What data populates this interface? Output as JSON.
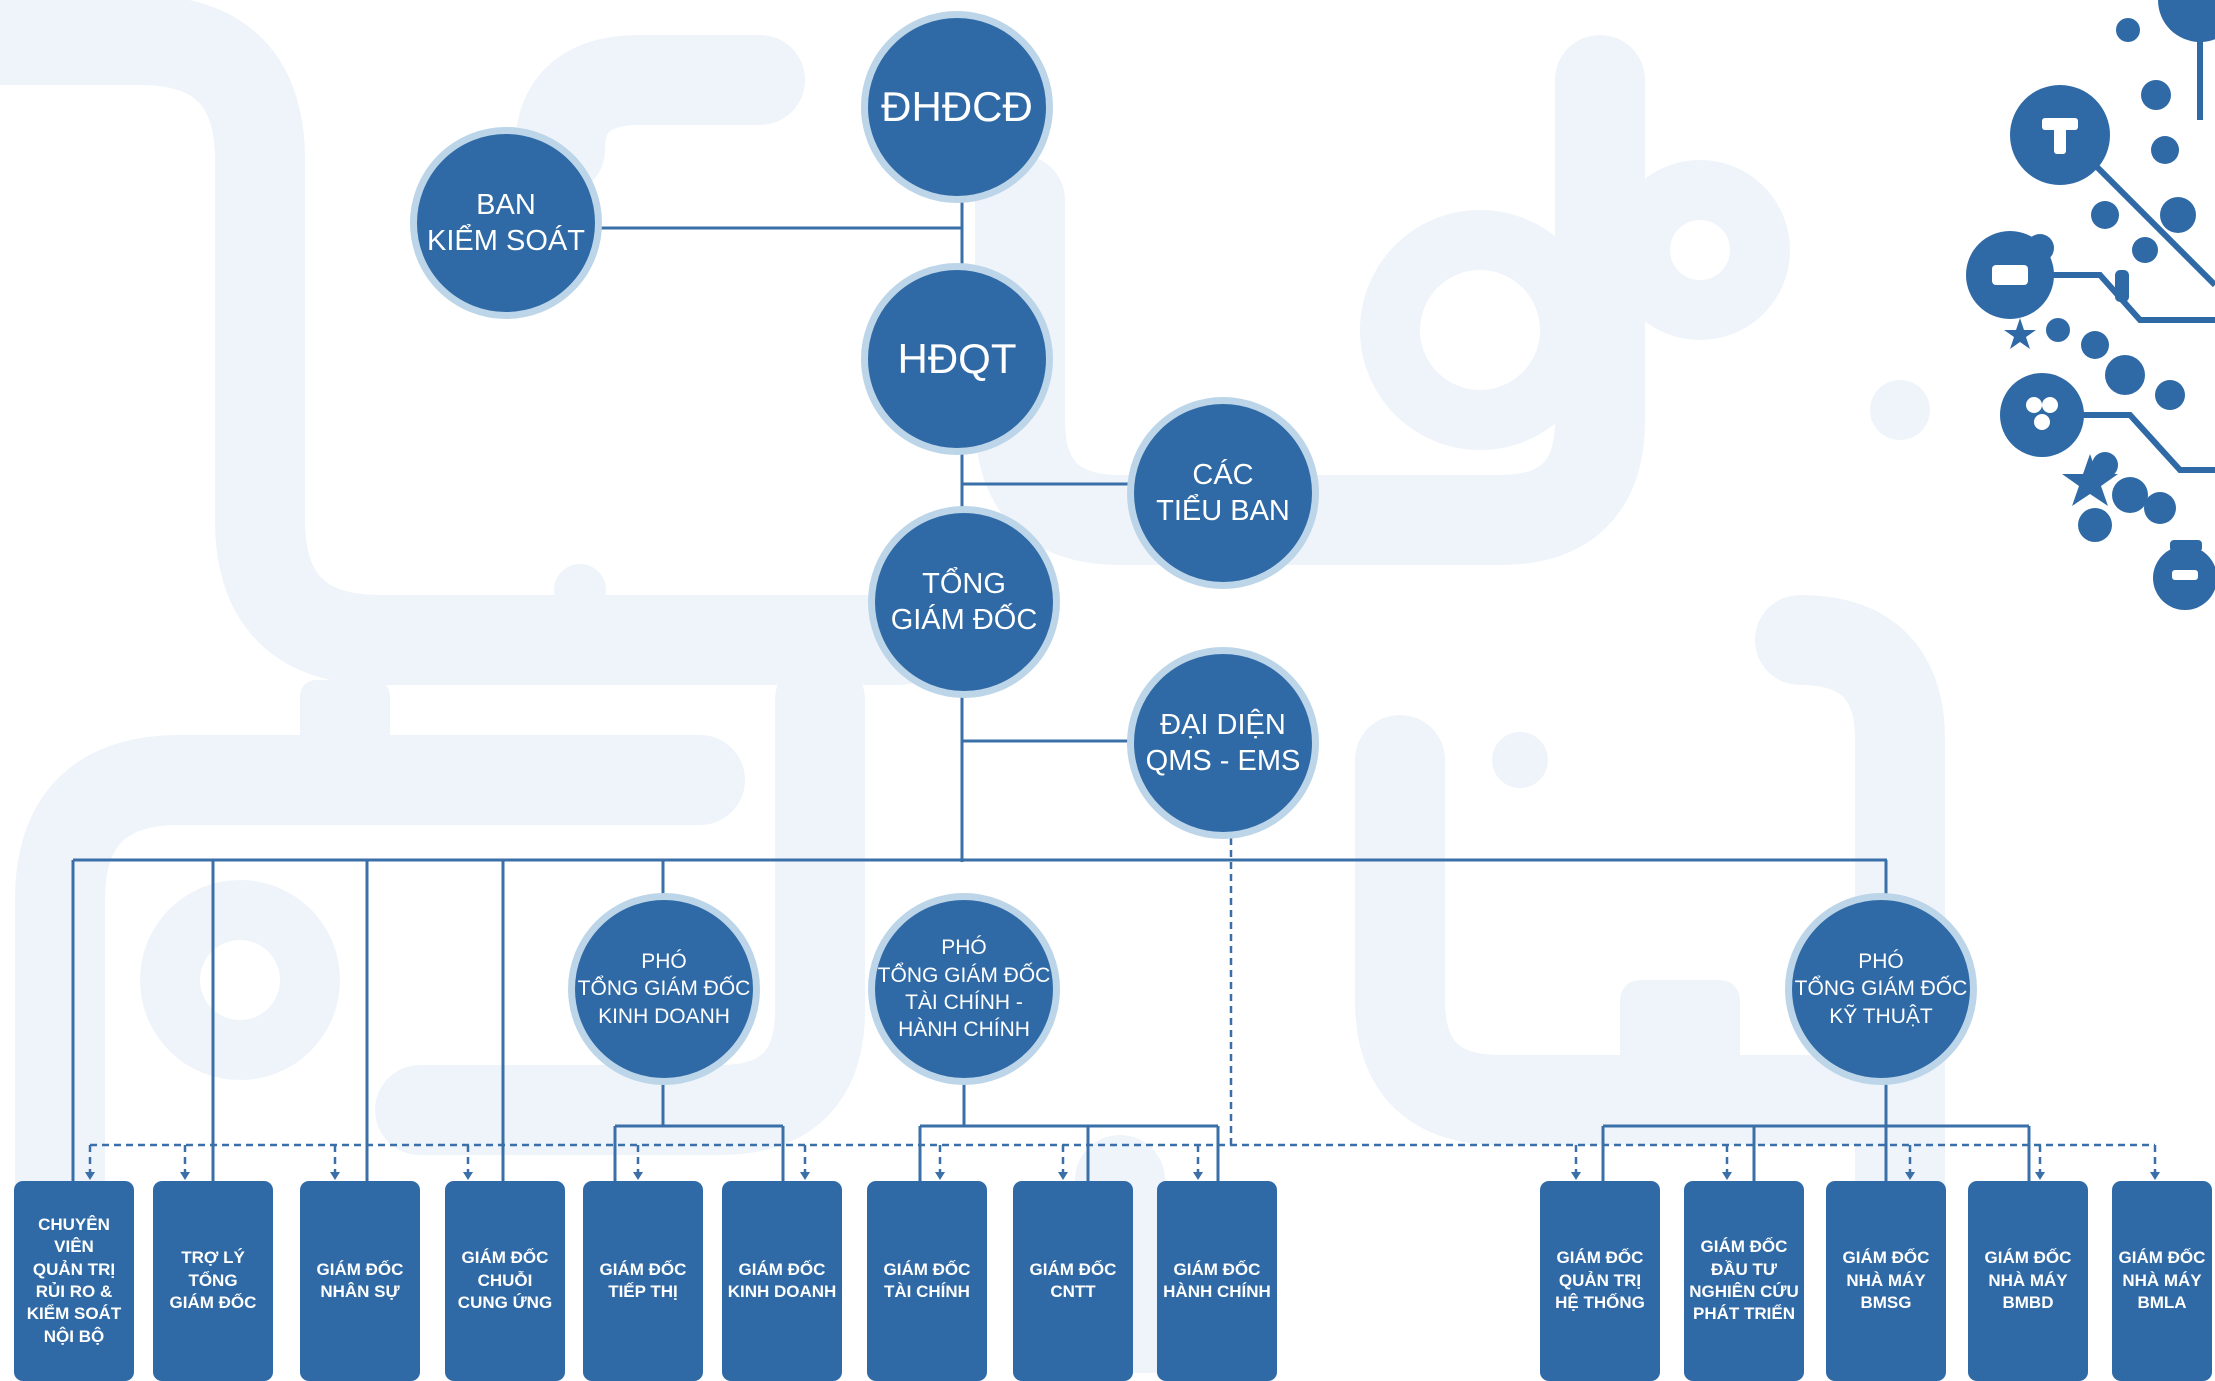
{
  "org_chart": {
    "top_nodes": {
      "shareholders": "ĐHĐCĐ",
      "supervisory_board": "BAN\nKIỂM SOÁT",
      "board_of_directors": "HĐQT",
      "committees": "CÁC\nTIỂU BAN",
      "ceo": "TỔNG\nGIÁM ĐỐC",
      "qms_ems_rep": "ĐẠI DIỆN\nQMS - EMS"
    },
    "deputy_ceos": {
      "sales": "PHÓ\nTỔNG GIÁM ĐỐC\nKINH DOANH",
      "finance_admin": "PHÓ\nTỔNG GIÁM ĐỐC\nTÀI CHÍNH -\nHÀNH CHÍNH",
      "technical": "PHÓ\nTỔNG GIÁM ĐỐC\nKỸ THUẬT"
    },
    "departments": [
      "CHUYÊN VIÊN\nQUẢN TRỊ\nRỦI RO &\nKIỂM SOÁT\nNỘI BỘ",
      "TRỢ LÝ\nTỔNG\nGIÁM ĐỐC",
      "GIÁM ĐỐC\nNHÂN SỰ",
      "GIÁM ĐỐC\nCHUỖI\nCUNG ỨNG",
      "GIÁM ĐỐC\nTIẾP THỊ",
      "GIÁM ĐỐC\nKINH DOANH",
      "GIÁM ĐỐC\nTÀI CHÍNH",
      "GIÁM ĐỐC\nCNTT",
      "GIÁM ĐỐC\nHÀNH CHÍNH",
      "GIÁM ĐỐC\nQUẢN TRỊ\nHỆ THỐNG",
      "GIÁM ĐỐC\nĐẦU TƯ\nNGHIÊN CỨU\nPHÁT TRIỂN",
      "GIÁM ĐỐC\nNHÀ MÁY\nBMSG",
      "GIÁM ĐỐC\nNHÀ MÁY\nBMBD",
      "GIÁM ĐỐC\nNHÀ MÁY\nBMLA"
    ]
  },
  "colors": {
    "node_fill": "#2f6aa6",
    "node_ring": "#bcd5e8",
    "connector": "#3a6fa8",
    "background_pattern": "#eef4fa"
  },
  "icons": [
    "valve-icon",
    "faucet-icon",
    "pipe-fitting-icon",
    "star-icon",
    "people-icon",
    "target-icon",
    "globe-icon",
    "cloud-icon"
  ]
}
